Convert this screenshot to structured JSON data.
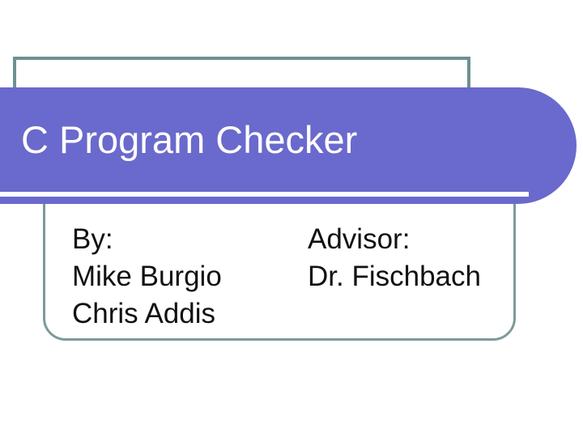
{
  "slide": {
    "title": "C Program Checker",
    "byline": {
      "label": "By:",
      "authors": [
        "Mike Burgio",
        "Chris Addis"
      ]
    },
    "advisor": {
      "label": "Advisor:",
      "name": "Dr. Fischbach"
    },
    "colors": {
      "background": "#ffffff",
      "banner_fill": "#6a69cd",
      "title_text": "#ffffff",
      "underline": "#ffffff",
      "outline_border": "#6e9191",
      "card_border": "#7d9a9a",
      "body_text": "#111111"
    }
  }
}
